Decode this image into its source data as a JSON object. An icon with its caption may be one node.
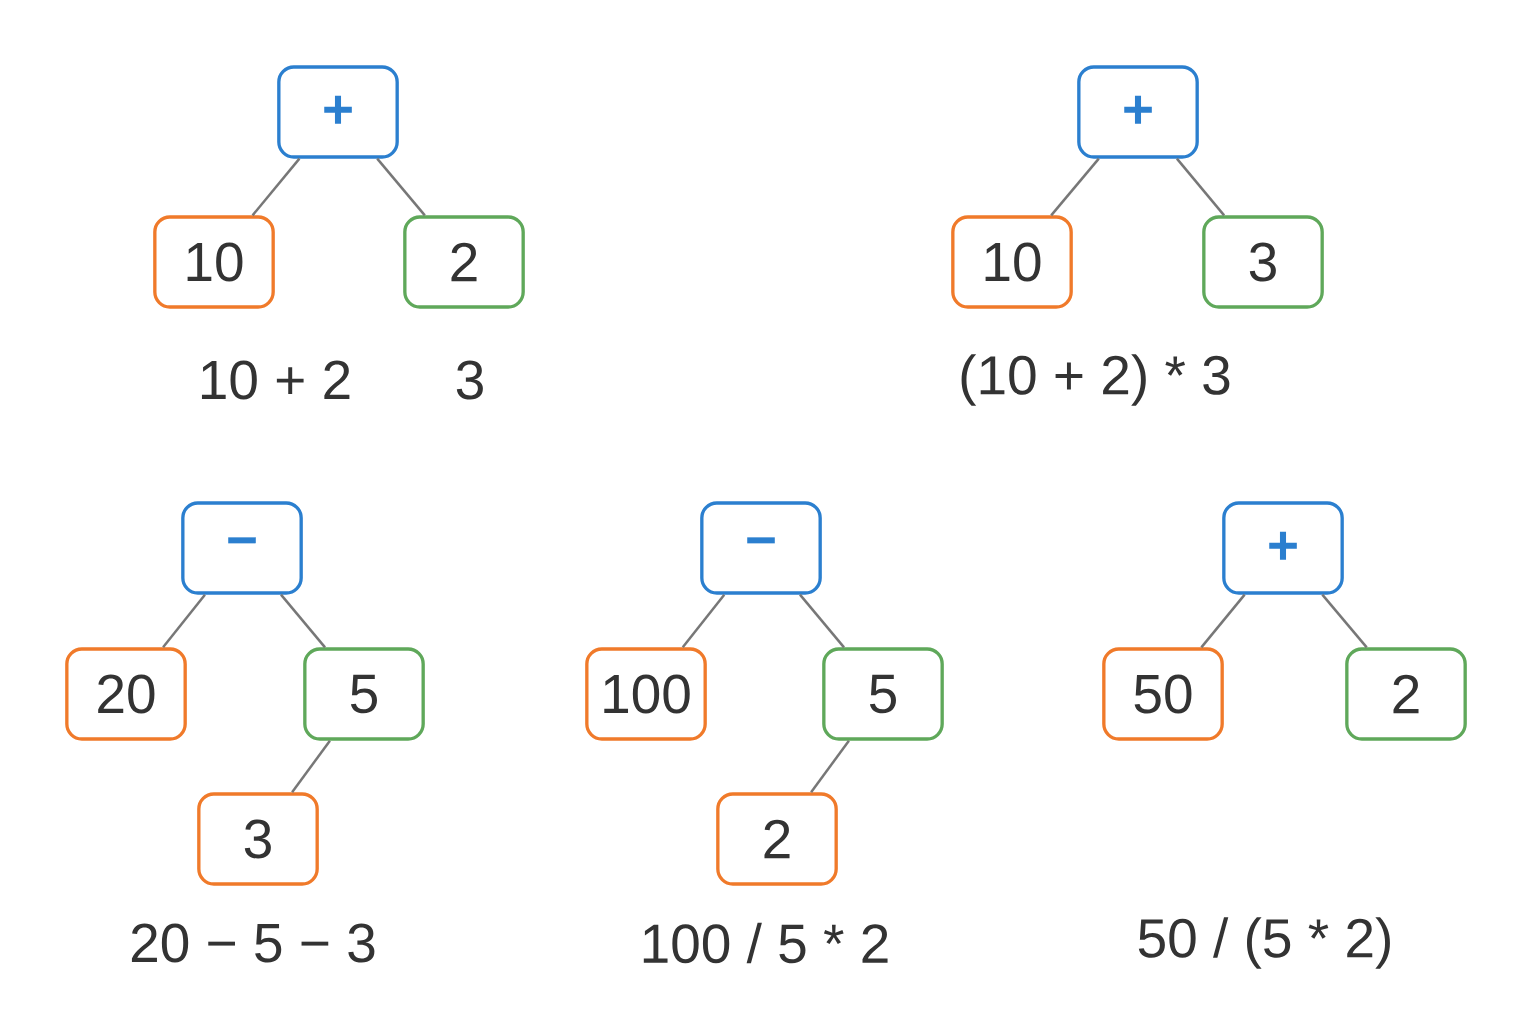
{
  "diagram": {
    "nodes": [
      {
        "text": [
          "+"
        ]
      },
      {
        "text": [
          "10"
        ]
      },
      {
        "text": [
          "2"
        ]
      },
      {
        "text": [
          "+"
        ]
      },
      {
        "text": [
          "10"
        ]
      },
      {
        "text": [
          "3"
        ]
      },
      {
        "text": [
          "−"
        ]
      },
      {
        "text": [
          "20"
        ]
      },
      {
        "text": [
          "5"
        ]
      },
      {
        "text": [
          "3"
        ]
      },
      {
        "text": [
          "−"
        ]
      },
      {
        "text": [
          "100"
        ]
      },
      {
        "text": [
          "5"
        ]
      },
      {
        "text": [
          "2"
        ]
      },
      {
        "text": [
          "+"
        ]
      },
      {
        "text": [
          "50"
        ]
      },
      {
        "text": [
          "2"
        ]
      }
    ],
    "edges": [
      {
        "from": 0,
        "to": 1,
        "arrow": "none"
      },
      {
        "from": 0,
        "to": 2,
        "arrow": "none"
      },
      {
        "from": 3,
        "to": 4,
        "arrow": "none"
      },
      {
        "from": 3,
        "to": 5,
        "arrow": "none"
      },
      {
        "from": 6,
        "to": 7,
        "arrow": "none"
      },
      {
        "from": 6,
        "to": 8,
        "arrow": "none"
      },
      {
        "from": 8,
        "to": 9,
        "arrow": "none"
      },
      {
        "from": 10,
        "to": 11,
        "arrow": "none"
      },
      {
        "from": 10,
        "to": 12,
        "arrow": "none"
      },
      {
        "from": 12,
        "to": 13,
        "arrow": "none"
      },
      {
        "from": 14,
        "to": 15,
        "arrow": "none"
      },
      {
        "from": 14,
        "to": 16,
        "arrow": "none"
      }
    ],
    "labels": [
      "10 + 2",
      "3",
      "(10 + 2) * 3",
      "20 − 5 −  3",
      "100 / 5 *  2",
      "50 / (5 * 2)"
    ]
  }
}
